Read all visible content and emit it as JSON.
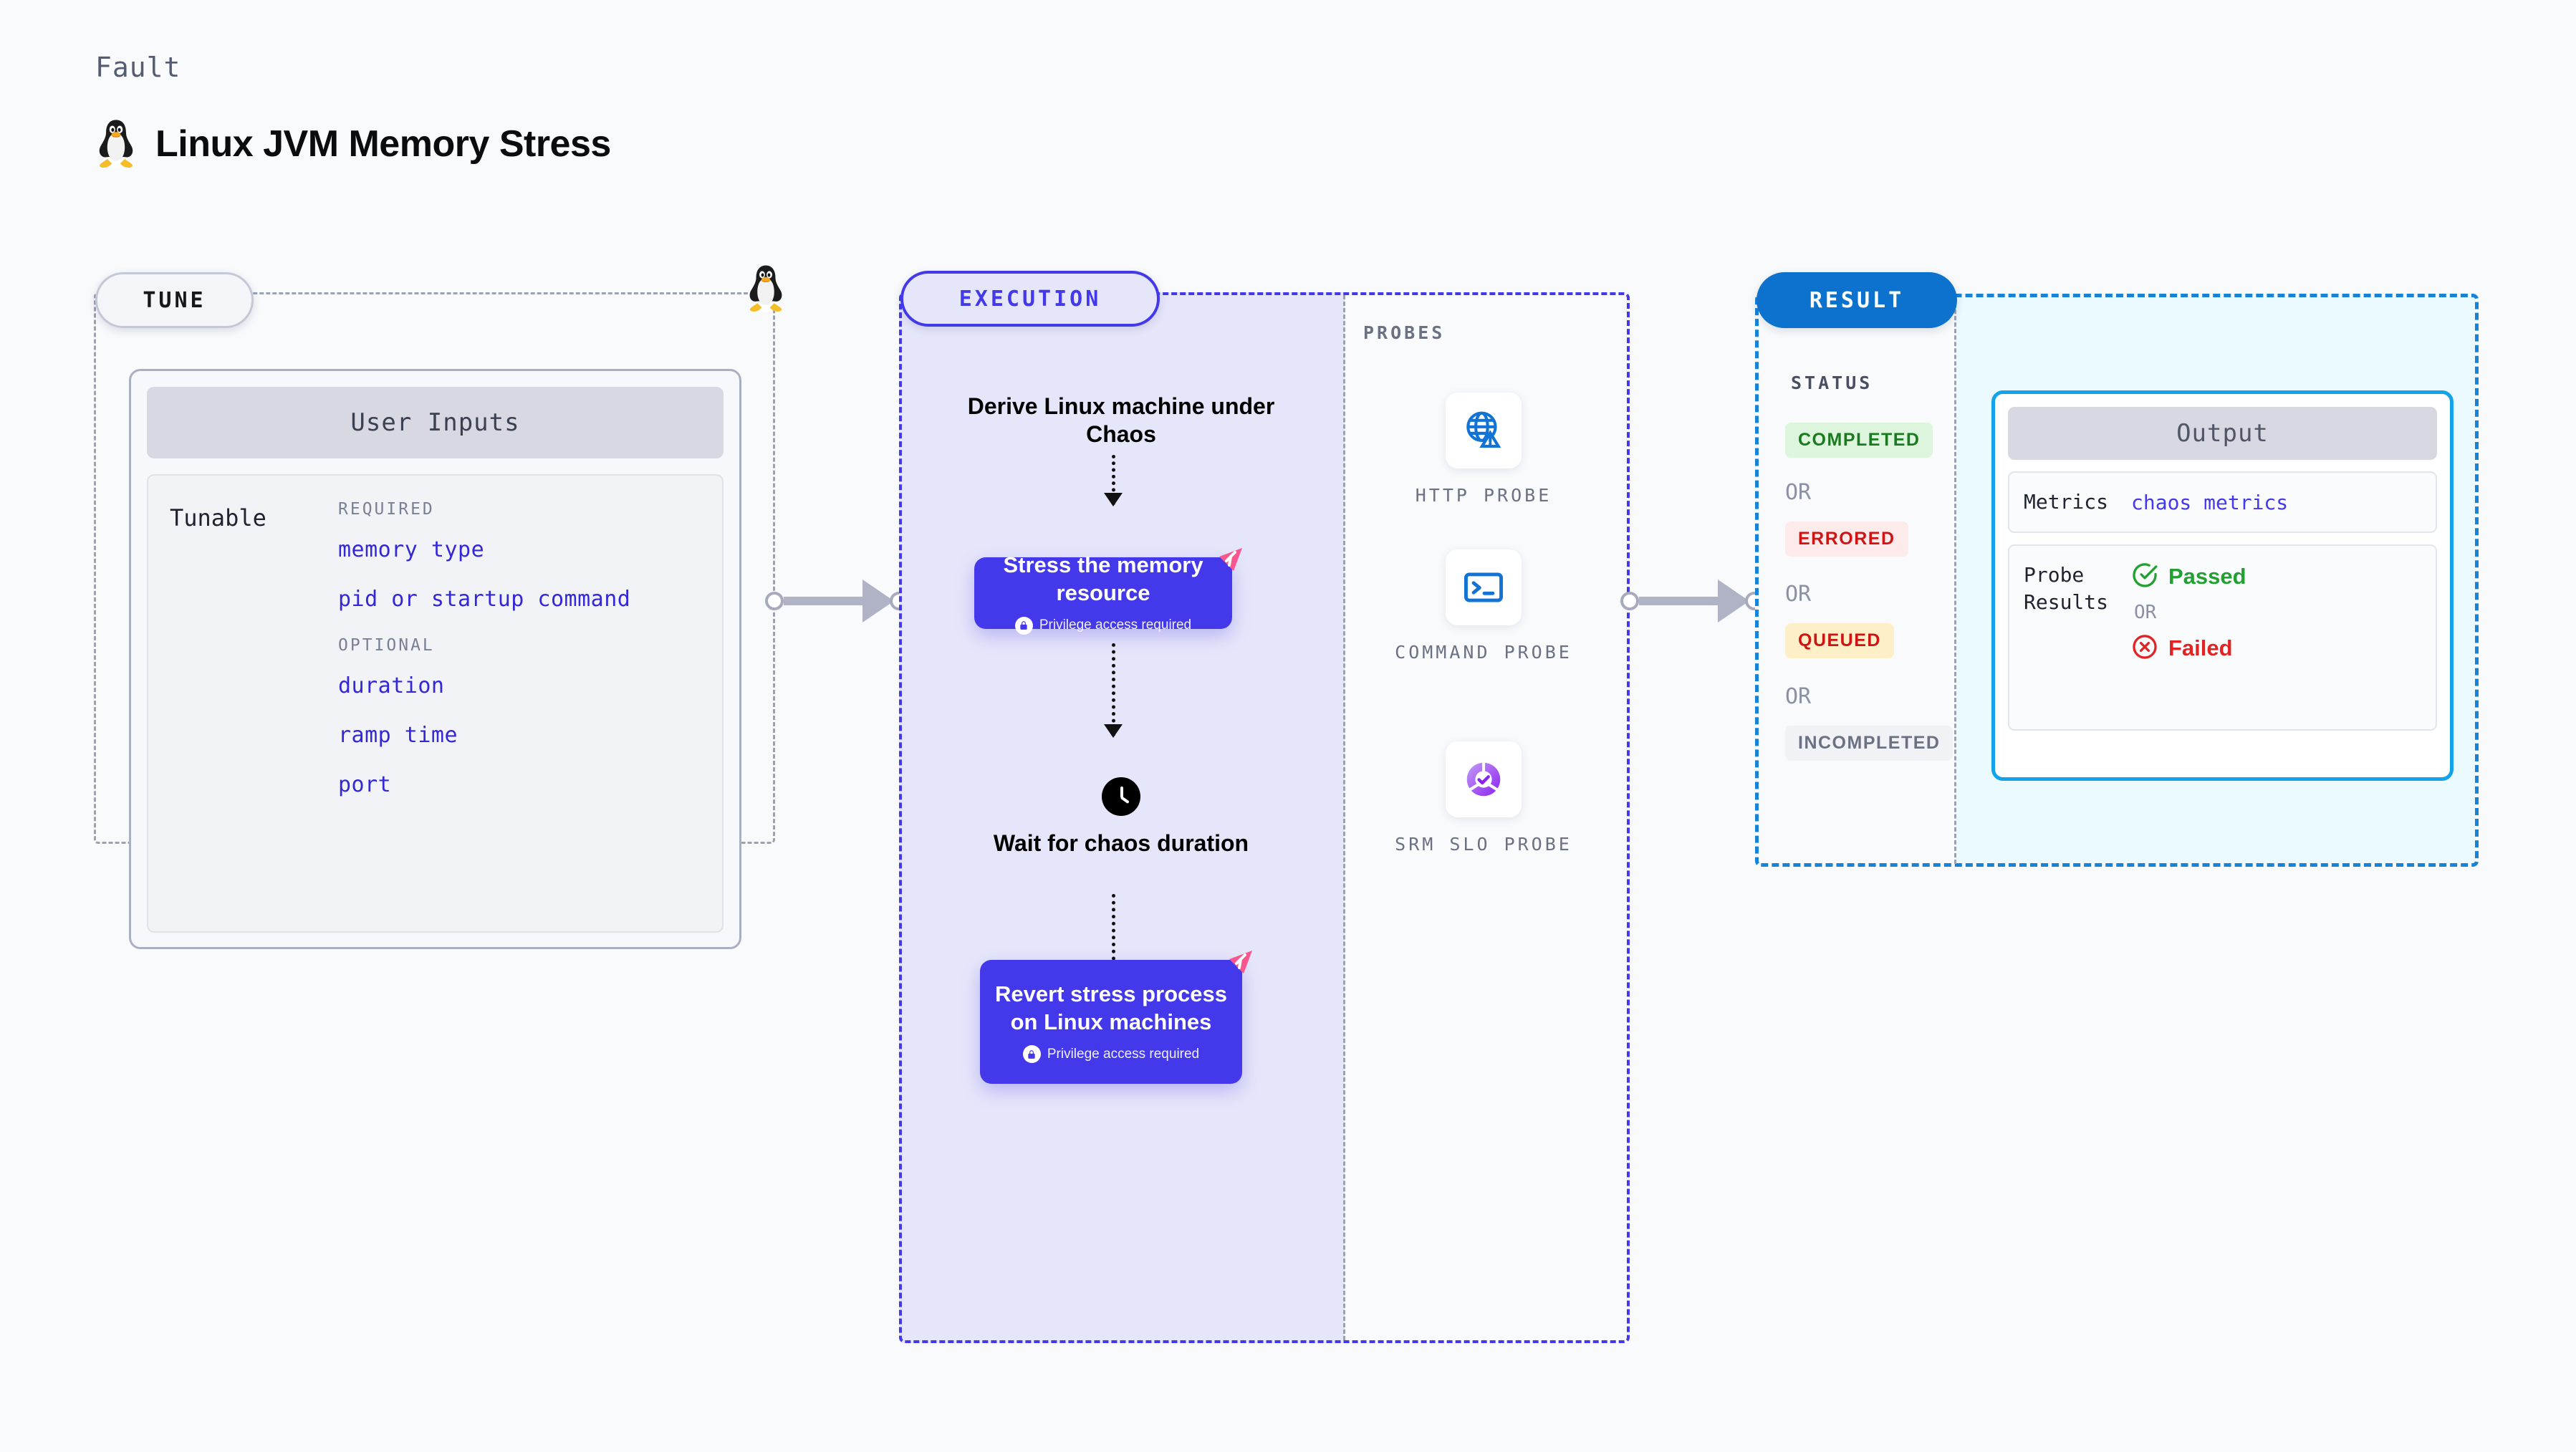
{
  "header": {
    "kicker": "Fault",
    "title": "Linux JVM Memory Stress",
    "os_icon": "linux-penguin-icon"
  },
  "tune": {
    "pill_label": "TUNE",
    "card_title": "User Inputs",
    "tunable_label": "Tunable",
    "groups": [
      {
        "title": "REQUIRED",
        "items": [
          "memory type",
          "pid or startup command"
        ]
      },
      {
        "title": "OPTIONAL",
        "items": [
          "duration",
          "ramp time",
          "port"
        ]
      }
    ]
  },
  "execution": {
    "pill_label": "EXECUTION",
    "steps": [
      {
        "kind": "title",
        "text": "Derive Linux machine under Chaos"
      },
      {
        "kind": "box",
        "text": "Stress the memory resource",
        "privilege": "Privilege access required"
      },
      {
        "kind": "clock",
        "text": "Wait for chaos duration"
      },
      {
        "kind": "box",
        "text": "Revert stress process on Linux machines",
        "privilege": "Privilege access required"
      }
    ]
  },
  "probes": {
    "section_label": "PROBES",
    "items": [
      {
        "name": "HTTP PROBE",
        "icon": "globe-warning-icon"
      },
      {
        "name": "COMMAND PROBE",
        "icon": "terminal-icon"
      },
      {
        "name": "SRM SLO PROBE",
        "icon": "slo-donut-check-icon"
      }
    ]
  },
  "result": {
    "pill_label": "RESULT",
    "status_label": "STATUS",
    "or_label": "OR",
    "statuses": [
      {
        "label": "COMPLETED",
        "color": "#1a7a1f",
        "bg": "#dcf5dc"
      },
      {
        "label": "ERRORED",
        "color": "#cf1414",
        "bg": "#fdeaea"
      },
      {
        "label": "QUEUED",
        "color": "#cf1414",
        "bg": "#fdf0c8"
      },
      {
        "label": "INCOMPLETED",
        "color": "#6b7183",
        "bg": "#f1f2f6"
      }
    ],
    "output": {
      "title": "Output",
      "metrics_key": "Metrics",
      "metrics_value": "chaos metrics",
      "probe_results_key": "Probe Results",
      "passed_label": "Passed",
      "failed_label": "Failed",
      "or_label": "OR"
    }
  },
  "colors": {
    "accent_indigo": "#4338ea",
    "accent_blue": "#0c72cd",
    "accent_cyan": "#14a3e8",
    "chaos_pink": "#f8568f",
    "page_bg": "#f8fafc"
  }
}
